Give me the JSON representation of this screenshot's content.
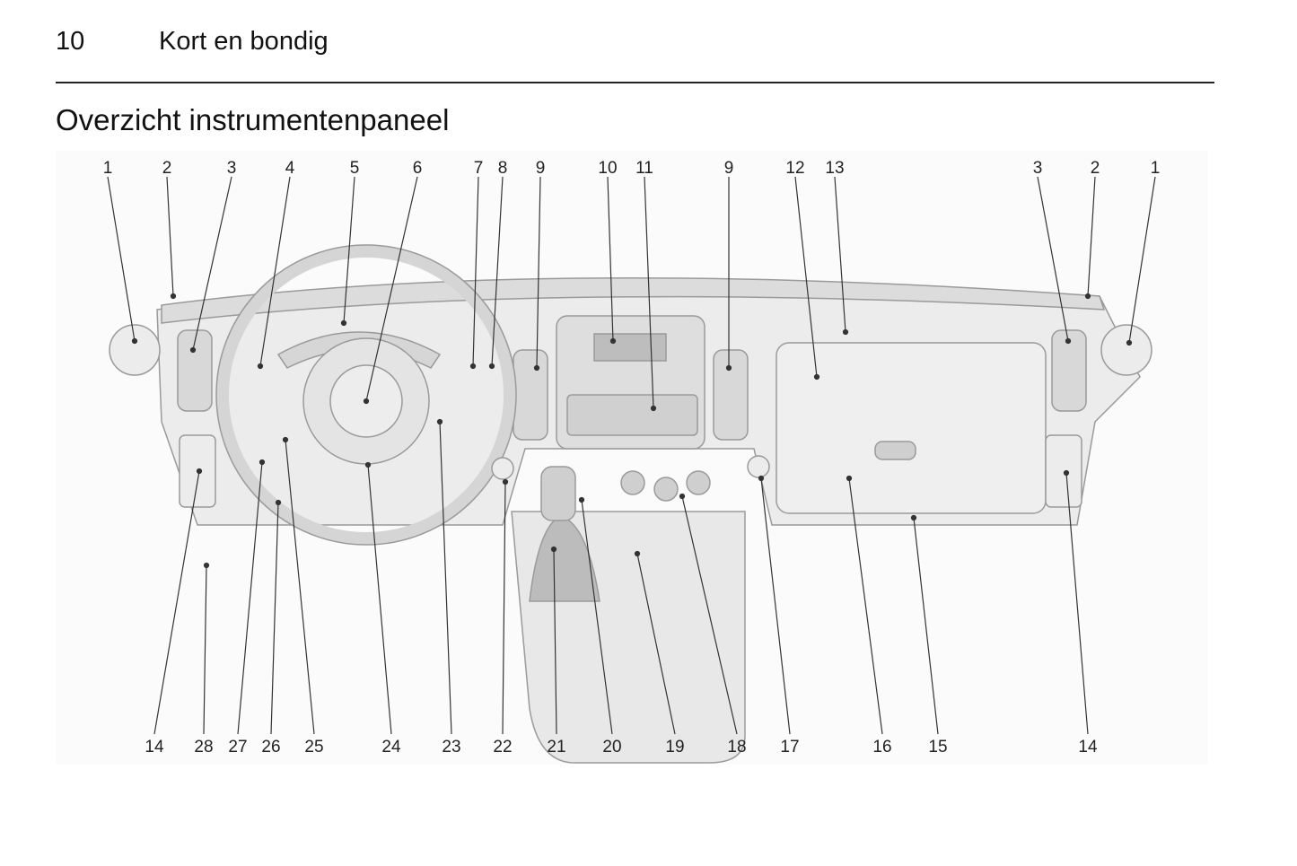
{
  "header": {
    "page_number": "10",
    "section_title": "Kort en bondig"
  },
  "heading": "Overzicht instrumentenpaneel",
  "figure": {
    "top_labels": [
      "1",
      "2",
      "3",
      "4",
      "5",
      "6",
      "7",
      "8",
      "9",
      "10",
      "11",
      "9",
      "12",
      "13",
      "3",
      "2",
      "1"
    ],
    "bottom_labels": [
      "14",
      "28",
      "27",
      "26",
      "25",
      "24",
      "23",
      "22",
      "21",
      "20",
      "19",
      "18",
      "17",
      "16",
      "15",
      "14"
    ]
  }
}
